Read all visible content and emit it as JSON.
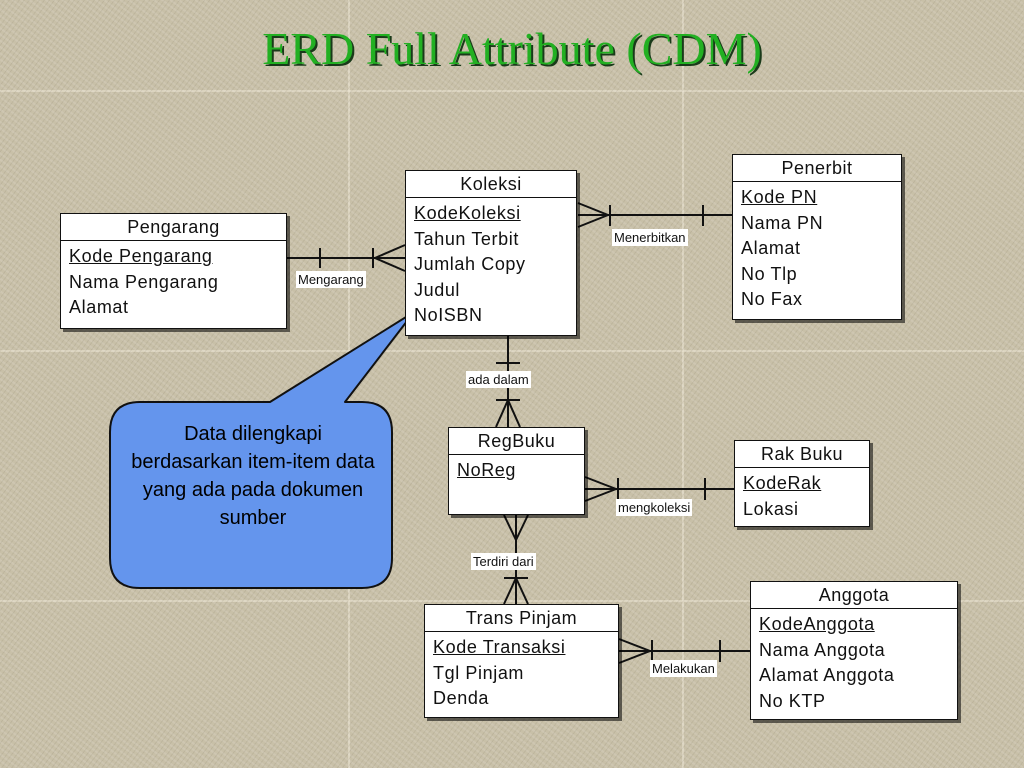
{
  "title": "ERD Full Attribute (CDM)",
  "entities": {
    "koleksi": {
      "name": "Koleksi",
      "attributes": [
        "KodeKoleksi",
        "Tahun Terbit",
        "Jumlah Copy",
        "Judul",
        "NoISBN"
      ]
    },
    "pengarang": {
      "name": "Pengarang",
      "attributes": [
        "Kode Pengarang",
        "Nama Pengarang",
        "Alamat"
      ]
    },
    "penerbit": {
      "name": "Penerbit",
      "attributes": [
        "Kode PN",
        "Nama PN",
        "Alamat",
        "No Tlp",
        "No Fax"
      ]
    },
    "regbuku": {
      "name": "RegBuku",
      "attributes": [
        "NoReg"
      ]
    },
    "rakbuku": {
      "name": "Rak Buku",
      "attributes": [
        "KodeRak",
        "Lokasi"
      ]
    },
    "transpinjam": {
      "name": "Trans Pinjam",
      "attributes": [
        "Kode Transaksi",
        "Tgl Pinjam",
        "Denda"
      ]
    },
    "anggota": {
      "name": "Anggota",
      "attributes": [
        "KodeAnggota",
        "Nama Anggota",
        "Alamat Anggota",
        "No KTP"
      ]
    }
  },
  "relationships": {
    "mengarang": "Mengarang",
    "menerbitkan": "Menerbitkan",
    "ada_dalam": "ada dalam",
    "mengkoleksi": "mengkoleksi",
    "terdiri_dari": "Terdiri dari",
    "melakukan": "Melakukan"
  },
  "callout": {
    "text": "Data dilengkapi berdasarkan item-item data yang ada pada dokumen sumber",
    "fill": "#6495ed"
  },
  "colors": {
    "title": "#22b022",
    "background": "#c8c0a8"
  }
}
